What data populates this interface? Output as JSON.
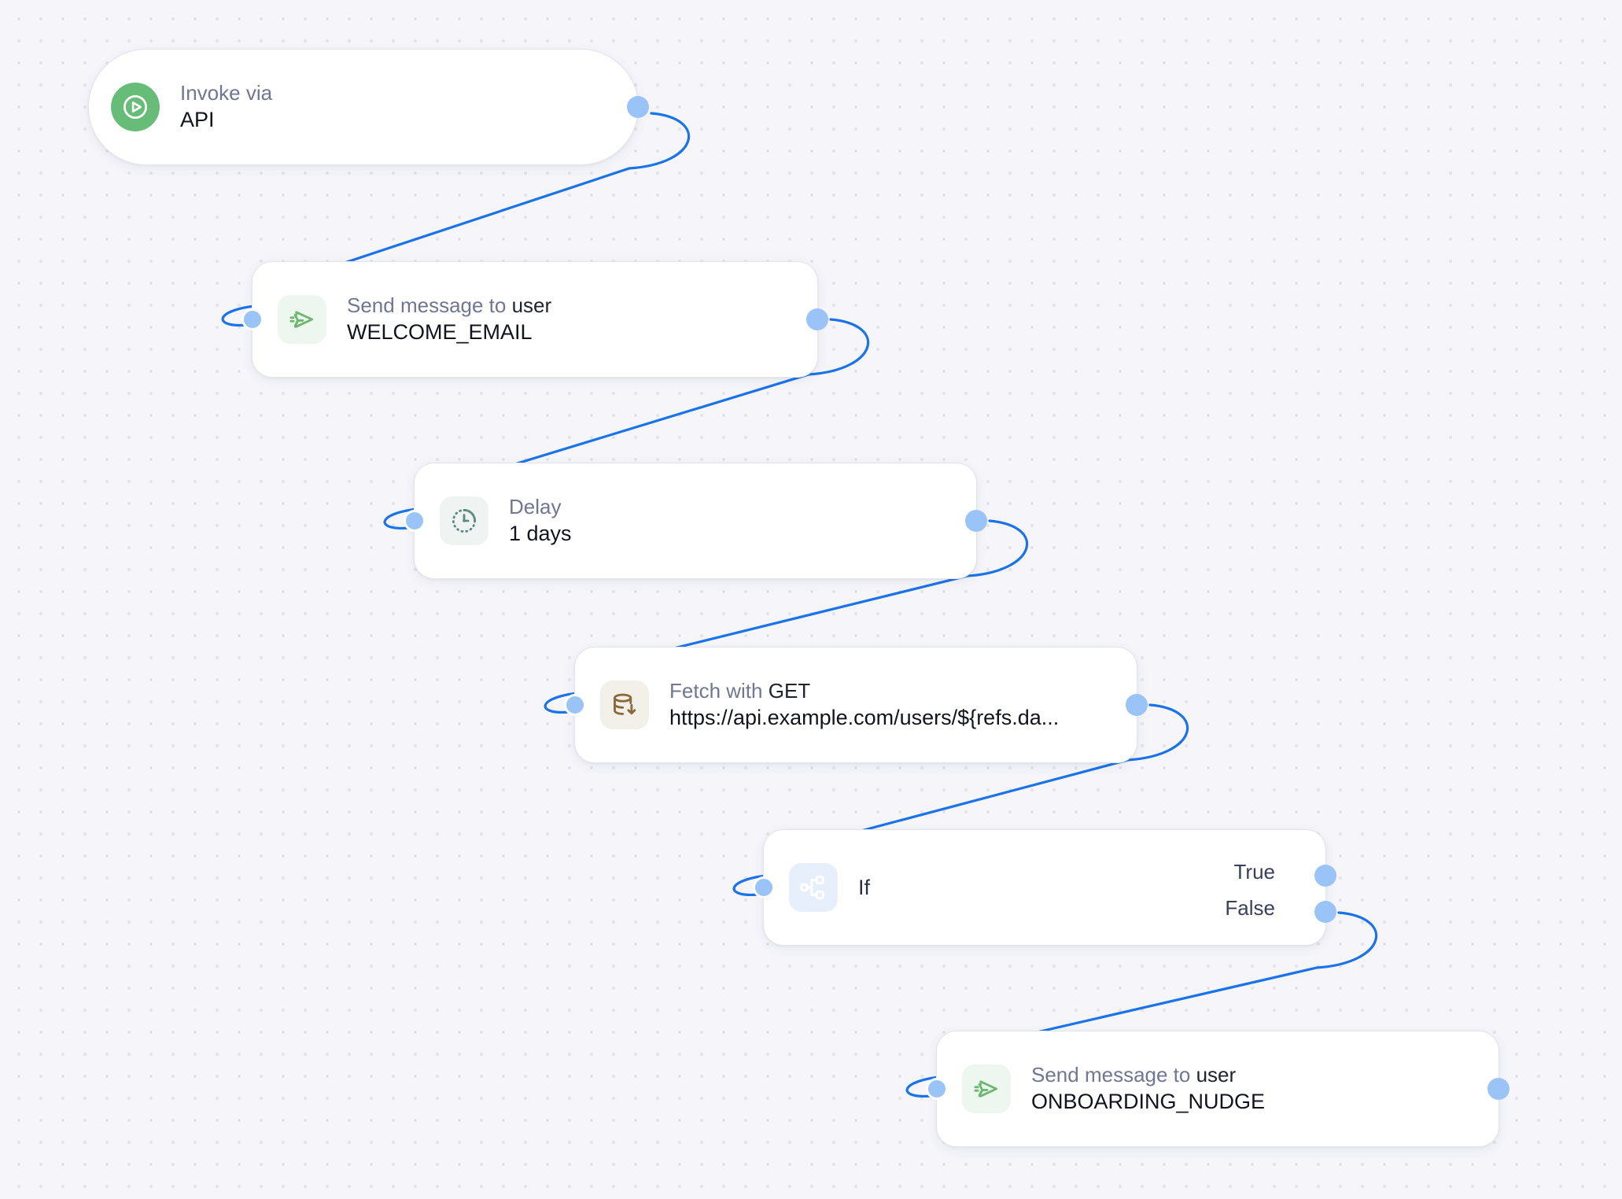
{
  "canvas": {
    "background_color": "#f5f5fa",
    "dot_color": "#e3e3ea",
    "edge_color": "#1a73e8",
    "handle_color": "#9ac4f8"
  },
  "nodes": [
    {
      "id": "trigger",
      "kicker": "Invoke via",
      "value": "API",
      "icon": "play-circle-icon",
      "icon_color": "#ffffff",
      "icon_bg": "#67bd78"
    },
    {
      "id": "welcome",
      "kicker_prefix": "Send message to ",
      "kicker_strong": "user",
      "value": "WELCOME_EMAIL",
      "icon": "send-message-icon",
      "icon_color": "#6cb86f",
      "icon_bg": "#eef7ef"
    },
    {
      "id": "delay",
      "kicker": "Delay",
      "value": "1 days",
      "icon": "clock-dotted-icon",
      "icon_color": "#5d8a81",
      "icon_bg": "#eff3f2"
    },
    {
      "id": "fetch",
      "kicker_prefix": "Fetch with ",
      "kicker_strong": "GET",
      "value": "https://api.example.com/users/${refs.da...",
      "icon": "database-download-icon",
      "icon_color": "#8a6a3d",
      "icon_bg": "#f3f0ea"
    },
    {
      "id": "if",
      "title": "If",
      "icon": "branch-icon",
      "icon_color": "#ffffff",
      "icon_bg": "#e8effc",
      "branches": [
        {
          "label": "True"
        },
        {
          "label": "False"
        }
      ]
    },
    {
      "id": "nudge",
      "kicker_prefix": "Send message to ",
      "kicker_strong": "user",
      "value": "ONBOARDING_NUDGE",
      "icon": "send-message-icon",
      "icon_color": "#6cb86f",
      "icon_bg": "#eef7ef"
    }
  ]
}
